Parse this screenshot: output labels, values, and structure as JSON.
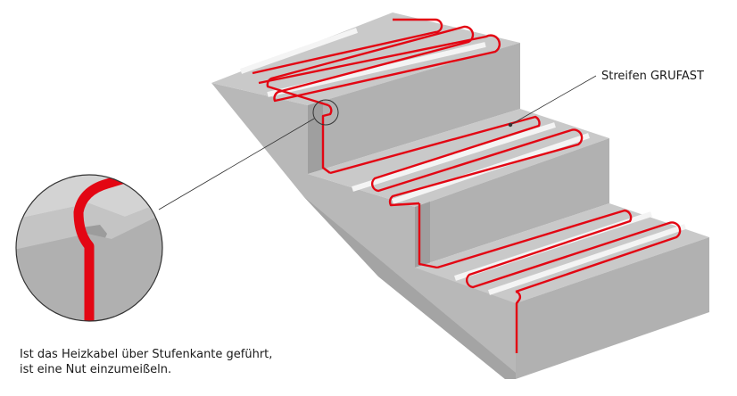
{
  "labels": {
    "strip": "Streifen GRUFAST"
  },
  "caption": {
    "line1": "Ist das Heizkabel über Stufenkante geführt,",
    "line2": "ist eine Nut einzumeißeln."
  },
  "colors": {
    "cable": "#e30613",
    "strip": "#f4f4f4",
    "concrete_top": "#c9c9c9",
    "concrete_front": "#b3b3b3",
    "concrete_side": "#a9a9a9"
  }
}
